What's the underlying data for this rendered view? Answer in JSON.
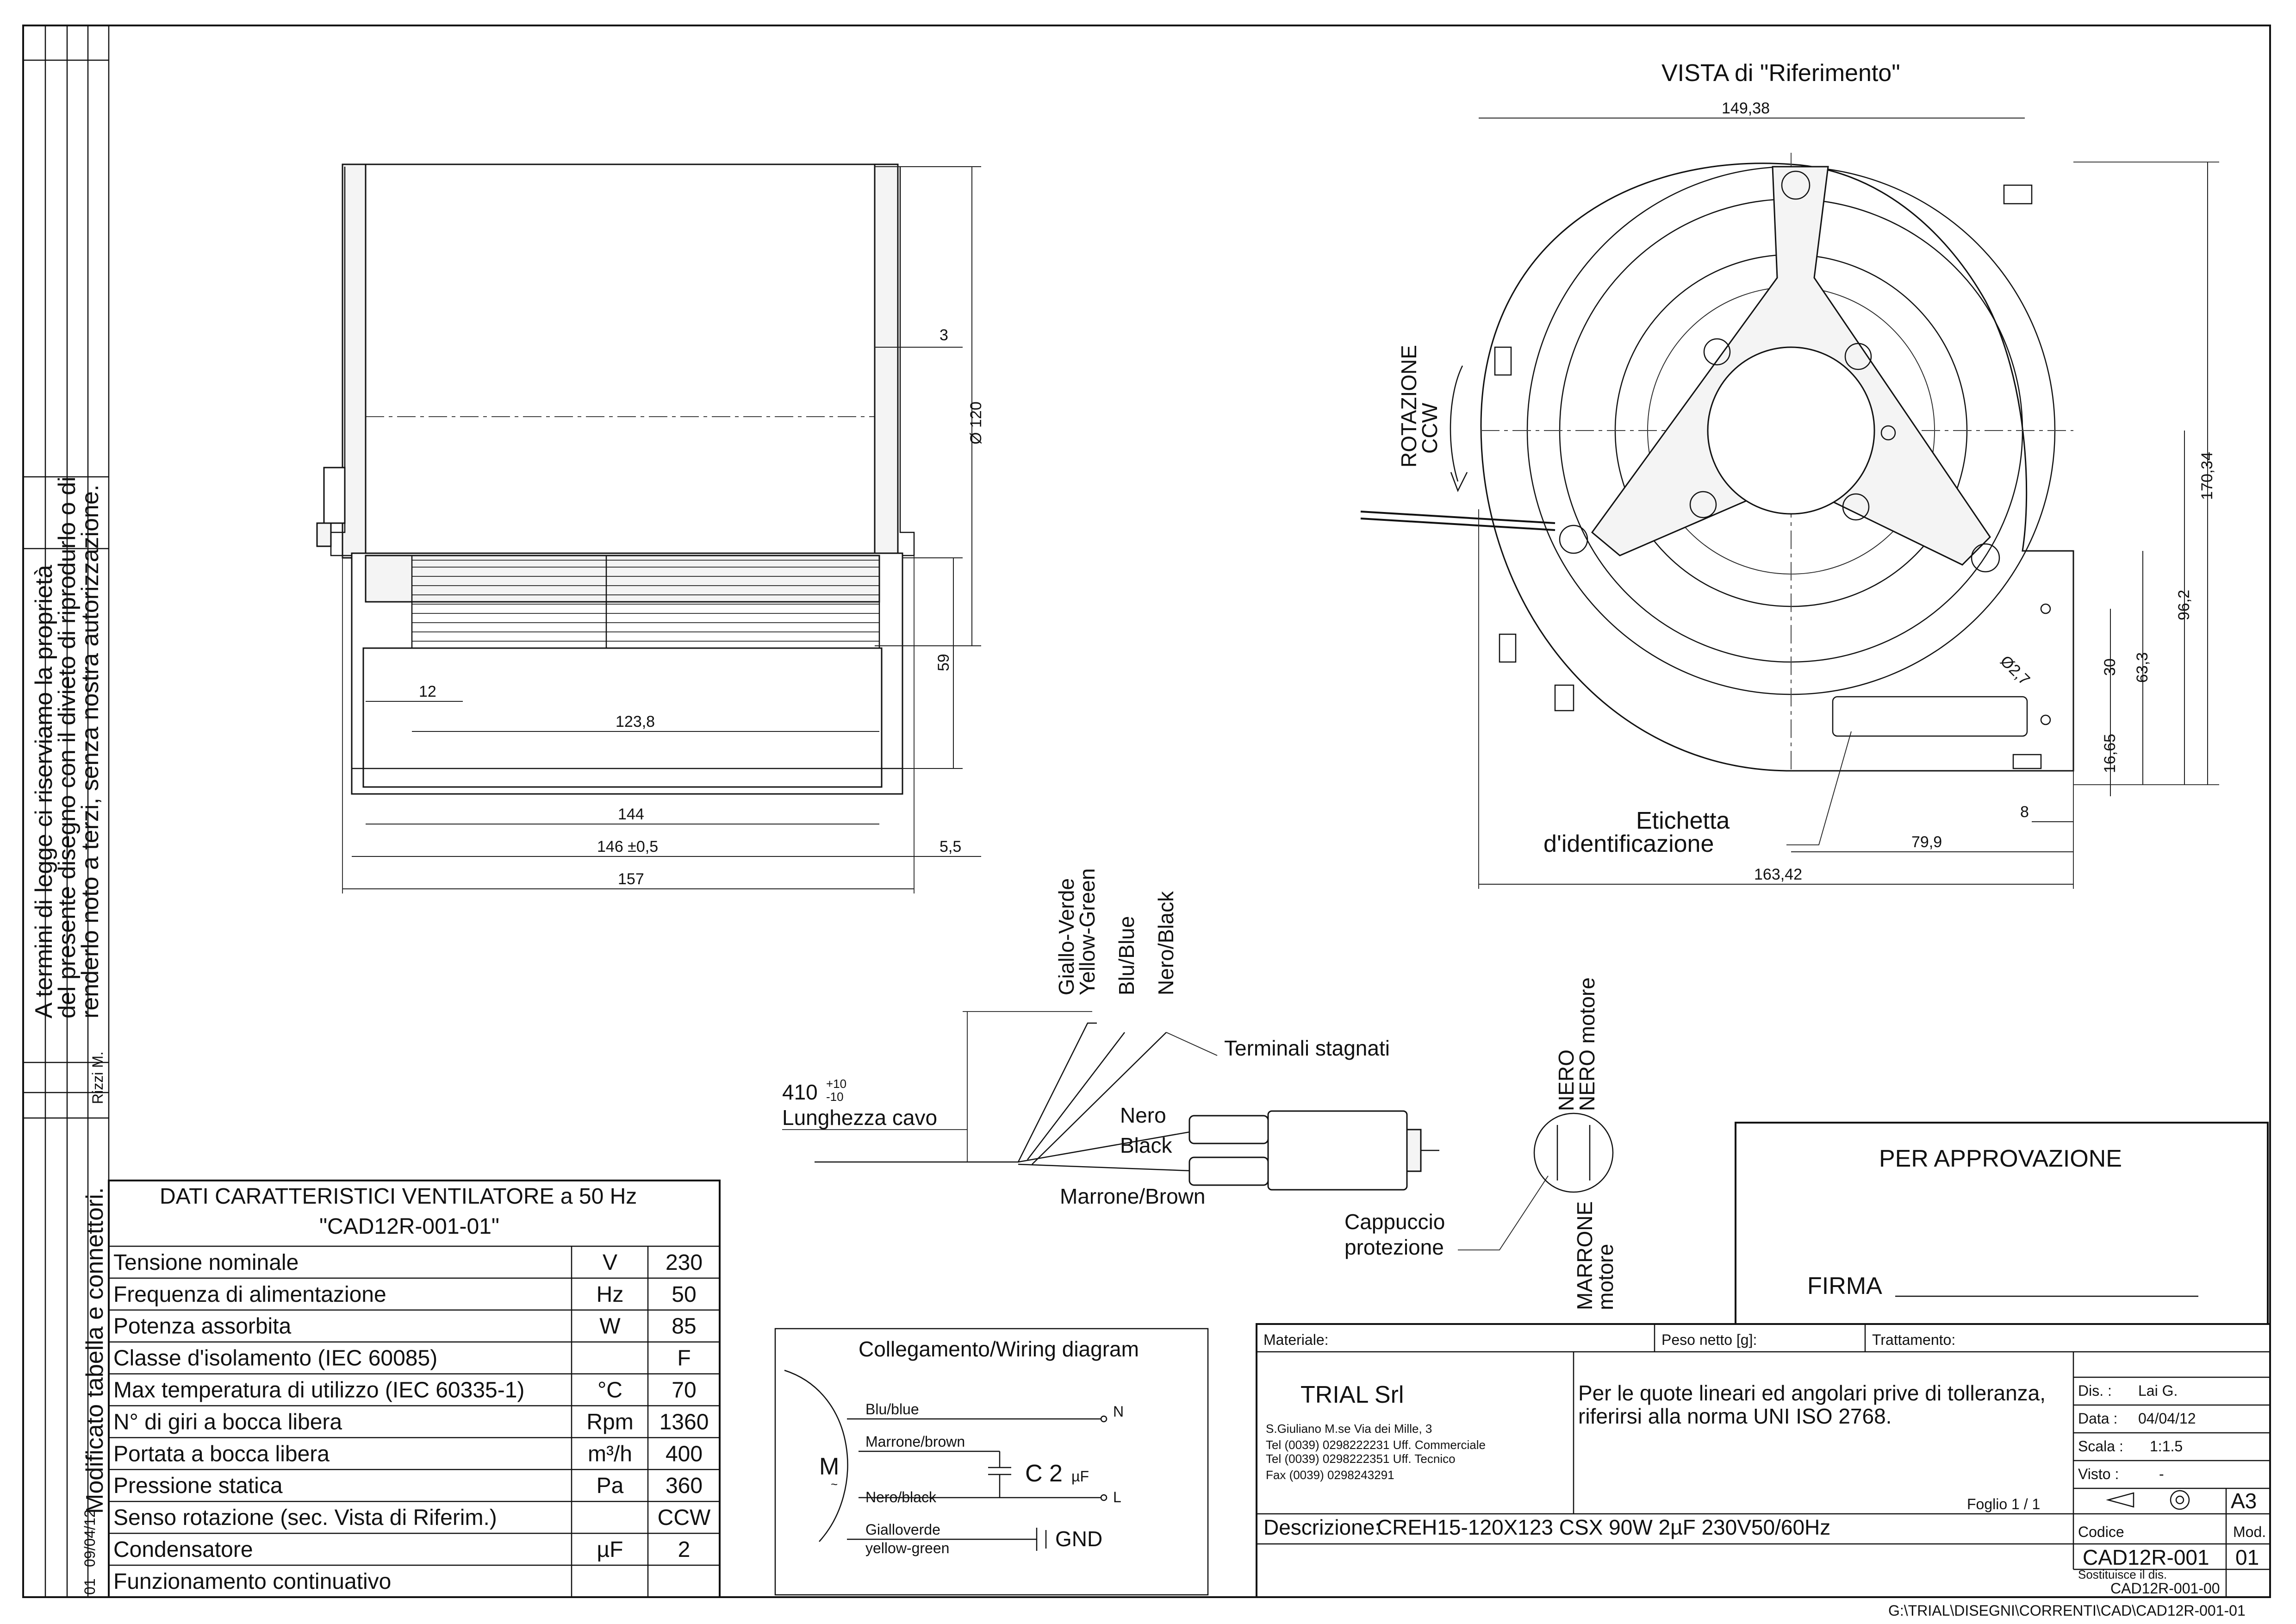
{
  "view_title": "VISTA di \"Riferimento\"",
  "dimensions": {
    "d_3": "3",
    "d_phi120": "Ø 120",
    "d_59": "59",
    "d_12": "12",
    "d_123_8": "123,8",
    "d_144": "144",
    "d_146": "146 ±0,5",
    "d_5_5": "5,5",
    "d_157": "157",
    "d_149_38": "149,38",
    "d_170_34": "170,34",
    "d_96_2": "96,2",
    "d_63_3": "63,3",
    "d_30": "30",
    "d_16_65": "16,65",
    "d_phi2_7": "Ø2,7",
    "d_8": "8",
    "d_79_9": "79,9",
    "d_163_42": "163,42",
    "d_410": "410",
    "d_410_tol_up": "+10",
    "d_410_tol_dn": "-10"
  },
  "rotation": {
    "line1": "ROTAZIONE",
    "line2": "CCW"
  },
  "label_etichetta": {
    "line1": "Etichetta",
    "line2": "d'identificazione"
  },
  "wires": {
    "giallo": "Giallo-Verde",
    "yellow": "Yellow-Green",
    "blu": "Blu/Blue",
    "nero": "Nero/Black",
    "terminali": "Terminali stagnati",
    "lunghezza": "Lunghezza cavo",
    "nero2": "Nero",
    "black2": "Black",
    "marrone": "Marrone/Brown",
    "cappuccio1": "Cappuccio",
    "cappuccio2": "protezione",
    "nero_top1": "NERO",
    "nero_top2": "NERO motore",
    "marrone_b1": "MARRONE",
    "marrone_b2": "motore"
  },
  "copyright": {
    "line1": "A termini di legge ci riserviamo la proprietà",
    "line2": "del presente disegno con il divieto di riprodurlo o di",
    "line3": "renderlo noto a terzi, senza nostra autorizzazione."
  },
  "revision": {
    "num": "01",
    "date": "09/04/12",
    "desc": "Modificato tabella e connettori.",
    "author": "Rizzi M."
  },
  "spec_table": {
    "title1": "DATI CARATTERISTICI VENTILATORE a 50 Hz",
    "title2": "\"CAD12R-001-01\"",
    "rows": [
      {
        "label": "Tensione  nominale",
        "unit": "V",
        "value": "230"
      },
      {
        "label": "Frequenza di alimentazione",
        "unit": "Hz",
        "value": "50"
      },
      {
        "label": "Potenza assorbita",
        "unit": "W",
        "value": "85"
      },
      {
        "label": "Classe d'isolamento (IEC 60085)",
        "unit": "",
        "value": "F"
      },
      {
        "label": "Max temperatura di utilizzo (IEC 60335-1)",
        "unit": "°C",
        "value": "70"
      },
      {
        "label": "N° di giri a bocca libera",
        "unit": "Rpm",
        "value": "1360"
      },
      {
        "label": "Portata a bocca libera",
        "unit": "m³/h",
        "value": "400"
      },
      {
        "label": "Pressione statica",
        "unit": "Pa",
        "value": "360"
      },
      {
        "label": "Senso rotazione (sec. Vista di Riferim.)",
        "unit": "",
        "value": "CCW"
      },
      {
        "label": "Condensatore",
        "unit": "µF",
        "value": "2"
      },
      {
        "label": "Funzionamento continuativo",
        "unit": "",
        "value": ""
      }
    ]
  },
  "wiring": {
    "title": "Collegamento/Wiring diagram",
    "blu": "Blu/blue",
    "n": "N",
    "marrone": "Marrone/brown",
    "m": "M",
    "m_sub": "~",
    "c": "C  2",
    "c_unit": "µF",
    "nero": "Nero/black",
    "l": "L",
    "giallo1": "Gialloverde",
    "giallo2": "yellow-green",
    "gnd": "GND"
  },
  "approval": {
    "title": "PER APPROVAZIONE",
    "firma": "FIRMA"
  },
  "title_block": {
    "materiale": "Materiale:",
    "peso": "Peso netto [g]:",
    "trattamento": "Trattamento:",
    "company": "TRIAL Srl",
    "addr1": "S.Giuliano M.se Via dei Mille, 3",
    "addr2": "Tel  (0039) 0298222231 Uff. Commerciale",
    "addr3": "Tel  (0039) 0298222351 Uff. Tecnico",
    "addr4": "Fax (0039) 0298243291",
    "note1": "Per le quote lineari ed angolari prive di tolleranza,",
    "note2": "riferirsi alla norma UNI ISO 2768.",
    "foglio": "Foglio  1  /  1",
    "dis_label": "Dis. :",
    "dis_value": "Lai G.",
    "data_label": "Data :",
    "data_value": "04/04/12",
    "scala_label": "Scala :",
    "scala_value": "1:1.5",
    "visto_label": "Visto :",
    "visto_value": "-",
    "format": "A3",
    "descr_label": "Descrizione:",
    "descr_value": "CREH15-120X123 CSX 90W 2µF 230V50/60Hz",
    "codice_label": "Codice",
    "codice_value": "CAD12R-001",
    "mod_label": "Mod.",
    "mod_value": "01",
    "sost_label": "Sostituisce il dis.",
    "sost_value": "CAD12R-001-00"
  },
  "file_path": "G:\\TRIAL\\DISEGNI\\CORRENTI\\CAD\\CAD12R-001-01"
}
